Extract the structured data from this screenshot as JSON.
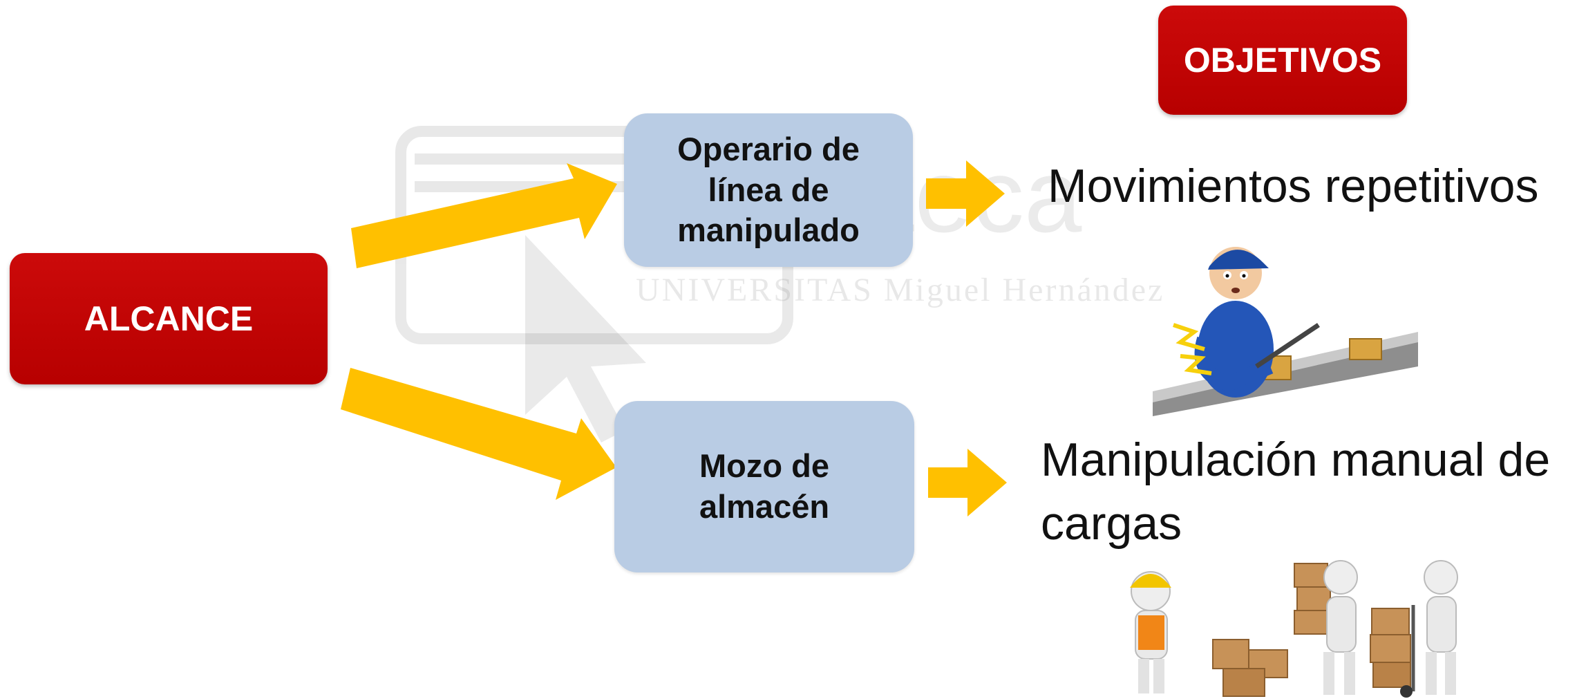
{
  "colors": {
    "red": "#c00000",
    "blue_box": "#b9cce4",
    "arrow": "#ffc000",
    "text": "#111111"
  },
  "diagram": {
    "alcance": "ALCANCE",
    "objetivos": "OBJETIVOS",
    "job_top": "Operario de\nlínea de\nmanipulado",
    "job_bottom": "Mozo de\nalmacén",
    "objective_top": "Movimientos repetitivos",
    "objective_bottom_line1": "Manipulación manual de",
    "objective_bottom_line2": "cargas"
  },
  "watermark": {
    "name": "Biblioteca",
    "university": "UNIVERSITAS Miguel Hernández"
  },
  "images": {
    "top": "worker-conveyor-illustration",
    "bottom": "warehouse-workers-boxes-illustration"
  }
}
